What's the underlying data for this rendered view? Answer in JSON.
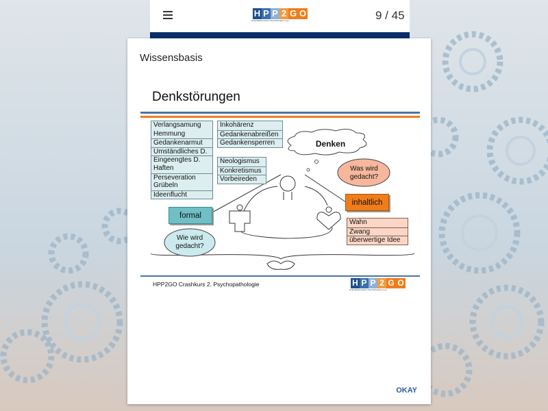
{
  "header": {
    "logo_text": [
      "H",
      "P",
      "P",
      "2",
      "G",
      "O"
    ],
    "logo_tagline": "Heilpraktikerwissen Psychotherapie to go",
    "page_indicator": "9 / 45"
  },
  "card": {
    "section_title": "Wissensbasis",
    "okay_label": "OKAY"
  },
  "slide": {
    "title": "Denkstörungen",
    "formal_list_a": [
      "Verlangsamung",
      "Hemmung",
      "Gedankenarmut",
      "Umständliches D.",
      "Eingeengtes D.",
      "Haften",
      "Perseveration",
      "Grübeln",
      "Ideenflucht"
    ],
    "formal_list_b": [
      "Inkohärenz",
      "Gedankenabreißen",
      "Gedankensperren"
    ],
    "formal_list_c": [
      "Neologismus",
      "Konkretismus",
      "Vorbeireden"
    ],
    "content_list": [
      "Wahn",
      "Zwang",
      "überwertige Idee"
    ],
    "cloud": "Denken",
    "question_what": [
      "Was wird",
      "gedacht?"
    ],
    "question_how": [
      "Wie wird",
      "gedacht?"
    ],
    "formal_label": "formal",
    "content_label": "inhaltlich",
    "footer": "HPP2GO Crashkurs 2. Psychopathologie"
  },
  "colors": {
    "navy": "#0c2d6b",
    "teal": "#6fbfc4",
    "orange": "#f07d1a",
    "link": "#2a5da8"
  }
}
